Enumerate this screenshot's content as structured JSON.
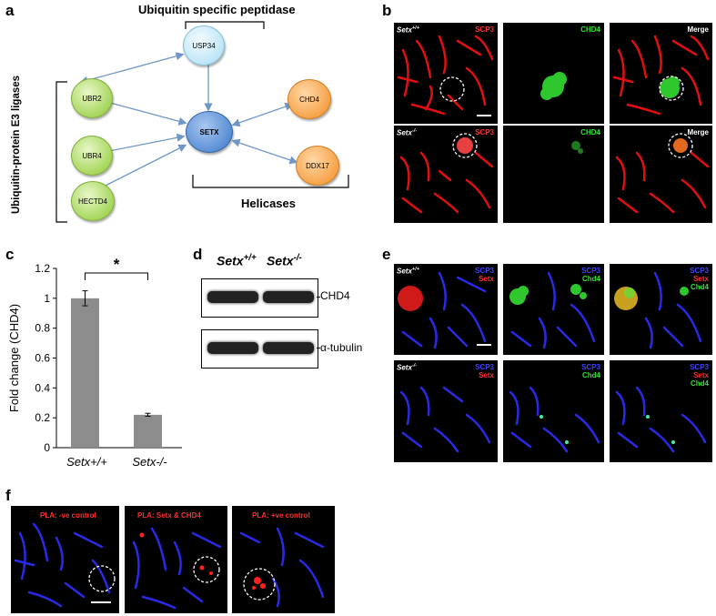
{
  "panel_letters": {
    "a": "a",
    "b": "b",
    "c": "c",
    "d": "d",
    "e": "e",
    "f": "f"
  },
  "panel_a": {
    "label_top": "Ubiquitin specific peptidase",
    "label_left": "Ubiquitin-protein E3 ligases",
    "label_bottom": "Helicases",
    "nodes": {
      "usp34": "USP34",
      "setx": "SETX",
      "ubr2": "UBR2",
      "ubr4": "UBR4",
      "hectd4": "HECTD4",
      "chd4": "CHD4",
      "ddx17": "DDX17"
    }
  },
  "panel_b": {
    "wt": "Setx+/+",
    "ko": "Setx-/-",
    "scp3": "SCP3",
    "chd4": "CHD4",
    "merge": "Merge"
  },
  "chart_data": {
    "type": "bar",
    "categories": [
      "Setx+/+",
      "Setx-/-"
    ],
    "values": [
      1.0,
      0.22
    ],
    "errors": [
      0.05,
      0.01
    ],
    "ylabel": "Fold change (CHD4)",
    "ylim": [
      0,
      1.2
    ],
    "yticks": [
      "0",
      "0.2",
      "0.4",
      "0.6",
      "0.8",
      "1",
      "1.2"
    ],
    "significance": "*",
    "bar_color": "#8c8c8c"
  },
  "panel_d": {
    "wt": "Setx+/+",
    "ko": "Setx-/-",
    "band1": "CHD4",
    "band2": "α-tubulin"
  },
  "panel_e": {
    "wt": "Setx+/+",
    "ko": "Setx-/-",
    "scp3": "SCP3",
    "setx": "Setx",
    "chd4": "Chd4"
  },
  "panel_f": {
    "neg": "PLA: -ve control",
    "mid": "PLA: Setx & CHD4",
    "pos": "PLA: +ve control"
  }
}
